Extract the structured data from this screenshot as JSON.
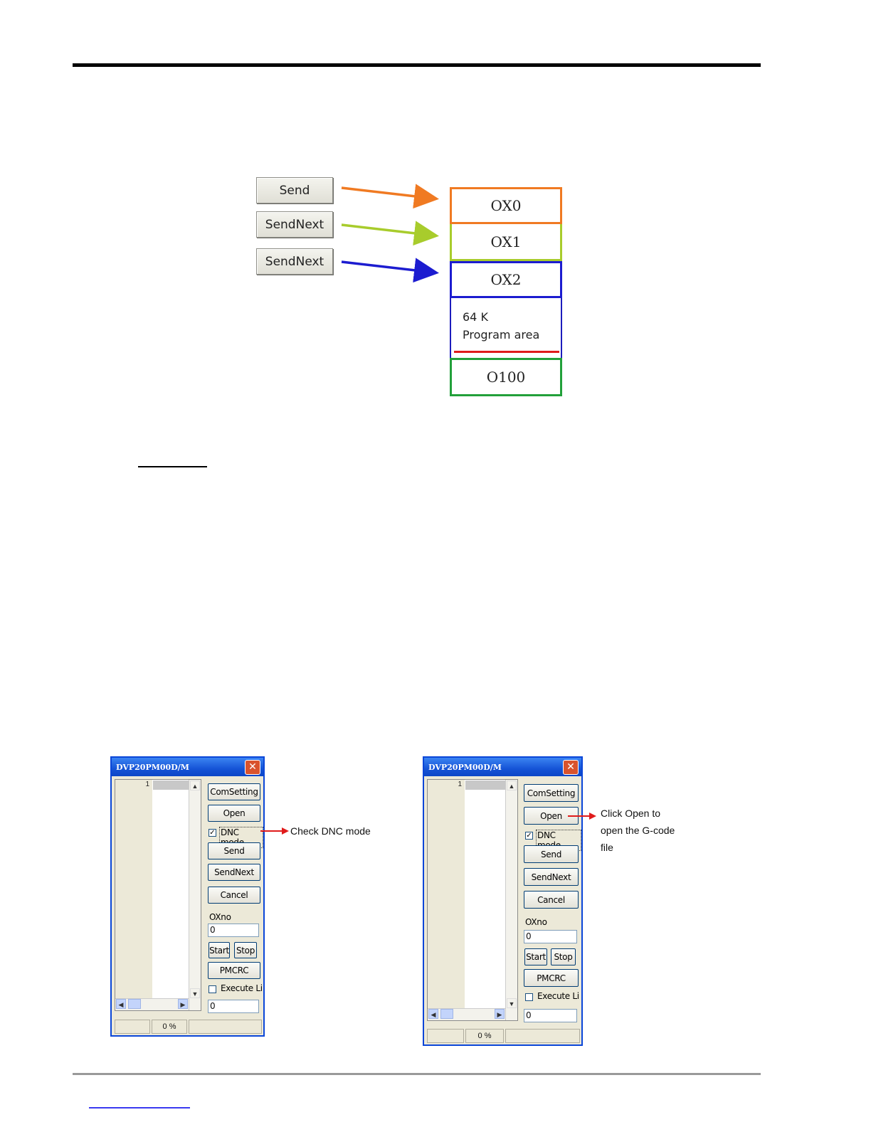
{
  "diagram": {
    "buttons": [
      "Send",
      "SendNext",
      "SendNext"
    ],
    "memory": [
      "OX0",
      "OX1",
      "OX2"
    ],
    "program_area": [
      "64 K",
      "Program area"
    ],
    "last_block": "O100",
    "colors": {
      "ox0": "#f07a22",
      "ox1": "#a8cc2c",
      "ox2": "#1c1cd0",
      "divider": "#e01b1b",
      "o100": "#22a03a"
    }
  },
  "dialogs": [
    {
      "title": "DVP20PM00D/M",
      "close": "✕",
      "line_no": "1",
      "buttons": {
        "comsetting": "ComSetting",
        "open": "Open",
        "dnc": "DNC mode",
        "send": "Send",
        "sendnext": "SendNext",
        "cancel": "Cancel",
        "start": "Start",
        "stop": "Stop",
        "pmcrc": "PMCRC"
      },
      "dnc_checked": "✓",
      "oxno_label": "OXno",
      "oxno_value": "0",
      "exec_label": "Execute Line",
      "exec_value": "0",
      "progress": "0 %"
    },
    {
      "title": "DVP20PM00D/M",
      "close": "✕",
      "line_no": "1",
      "buttons": {
        "comsetting": "ComSetting",
        "open": "Open",
        "dnc": "DNC mode",
        "send": "Send",
        "sendnext": "SendNext",
        "cancel": "Cancel",
        "start": "Start",
        "stop": "Stop",
        "pmcrc": "PMCRC"
      },
      "dnc_checked": "✓",
      "oxno_label": "OXno",
      "oxno_value": "0",
      "exec_label": "Execute Line",
      "exec_value": "0",
      "progress": "0 %"
    }
  ],
  "annotations": {
    "left": "Check DNC mode",
    "right": [
      "Click Open to",
      "open the G-code",
      "file"
    ]
  },
  "arrow_color": "#e01b1b"
}
